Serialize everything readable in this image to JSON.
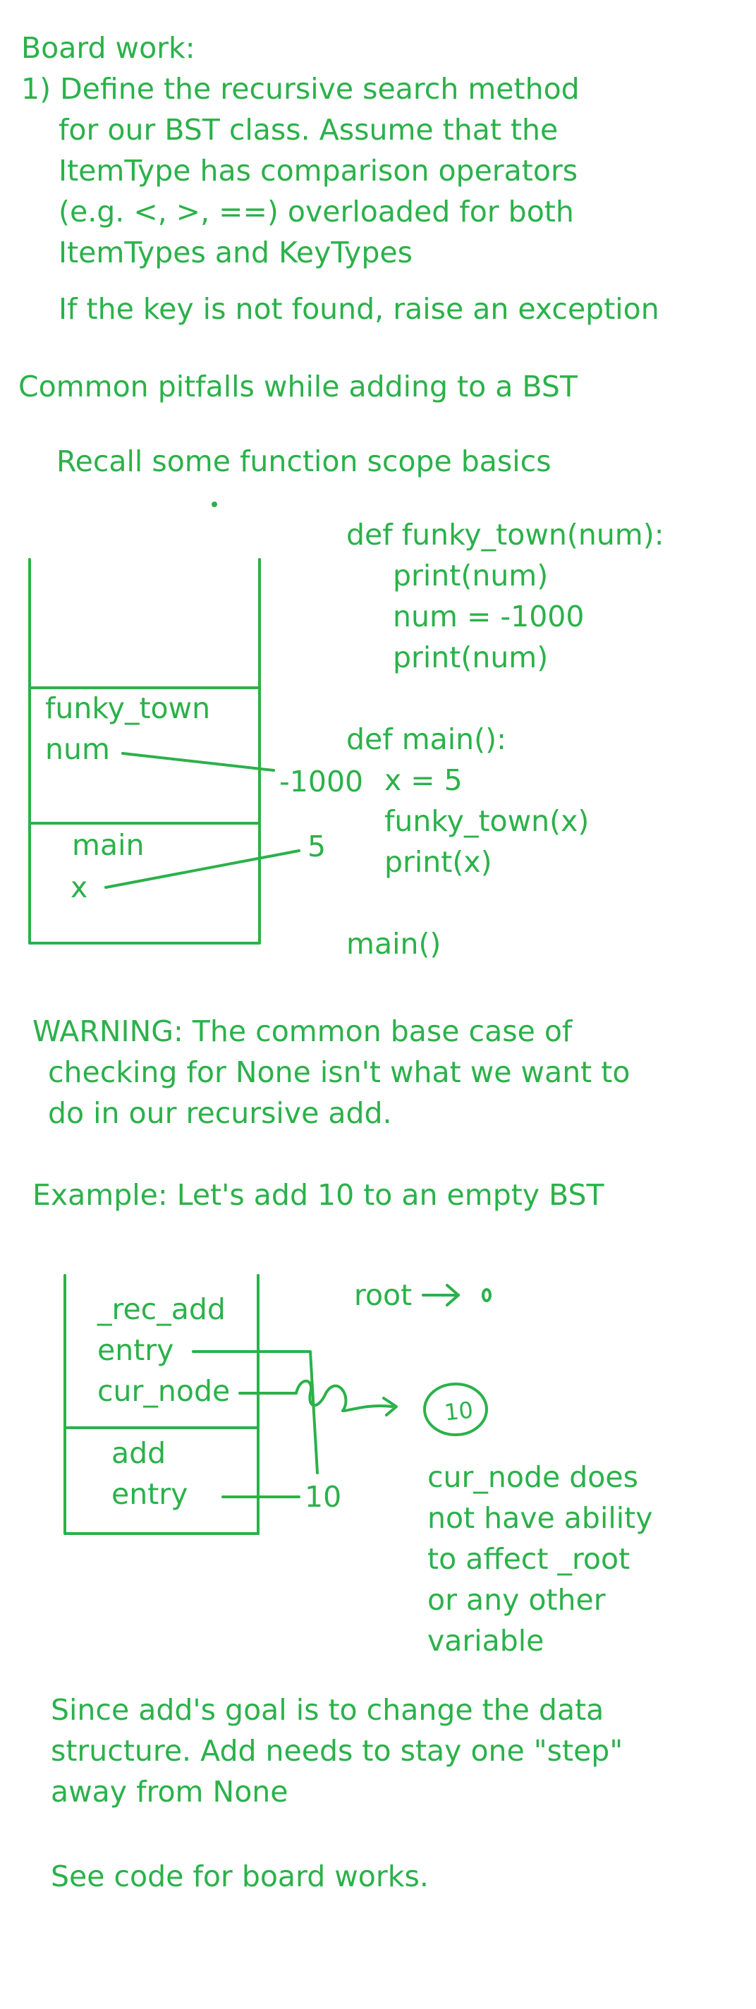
{
  "intro": {
    "heading": "Board work:",
    "task_line1": "1) Define the recursive search method",
    "task_line2": "for our BST class. Assume that the",
    "task_line3": "ItemType has comparison operators",
    "task_line4": "(e.g. <, >, ==) overloaded for both",
    "task_line5": "ItemTypes and KeyTypes",
    "exception_note": "If the key is not found, raise an exception"
  },
  "pitfalls": {
    "title": "Common pitfalls while adding to a BST",
    "recall": "Recall some function scope basics"
  },
  "scope_code": {
    "line1": "def funky_town(num):",
    "line2": "print(num)",
    "line3": "num = -1000",
    "line4": "print(num)",
    "line5": "def main():",
    "line6": "x = 5",
    "line7": "funky_town(x)",
    "line8": "print(x)",
    "line9": "main()"
  },
  "stack1": {
    "frame_top_name": "funky_town",
    "frame_top_var": "num",
    "frame_top_value": "-1000",
    "frame_bottom_name": "main",
    "frame_bottom_var": "x",
    "frame_bottom_value": "5"
  },
  "warning": {
    "line1": "WARNING: The common base case of",
    "line2": "checking for None isn't what we want to",
    "line3": "do in our recursive add."
  },
  "example": {
    "text": "Example: Let's add 10 to an empty BST"
  },
  "stack2": {
    "frame_top_name": "_rec_add",
    "frame_top_var1": "entry",
    "frame_top_var2": "cur_node",
    "frame_bottom_name": "add",
    "frame_bottom_var": "entry",
    "value": "10",
    "root_label": "root",
    "node_label": "10"
  },
  "cur_node_note": {
    "line1": "cur_node does",
    "line2": "not have ability",
    "line3": "to affect _root",
    "line4": "or any other",
    "line5": "variable"
  },
  "conclusion": {
    "line1": "Since add's goal is to change the data",
    "line2": "structure. Add needs to stay one \"step\"",
    "line3": "away from None",
    "see_code": "See code for board works."
  }
}
